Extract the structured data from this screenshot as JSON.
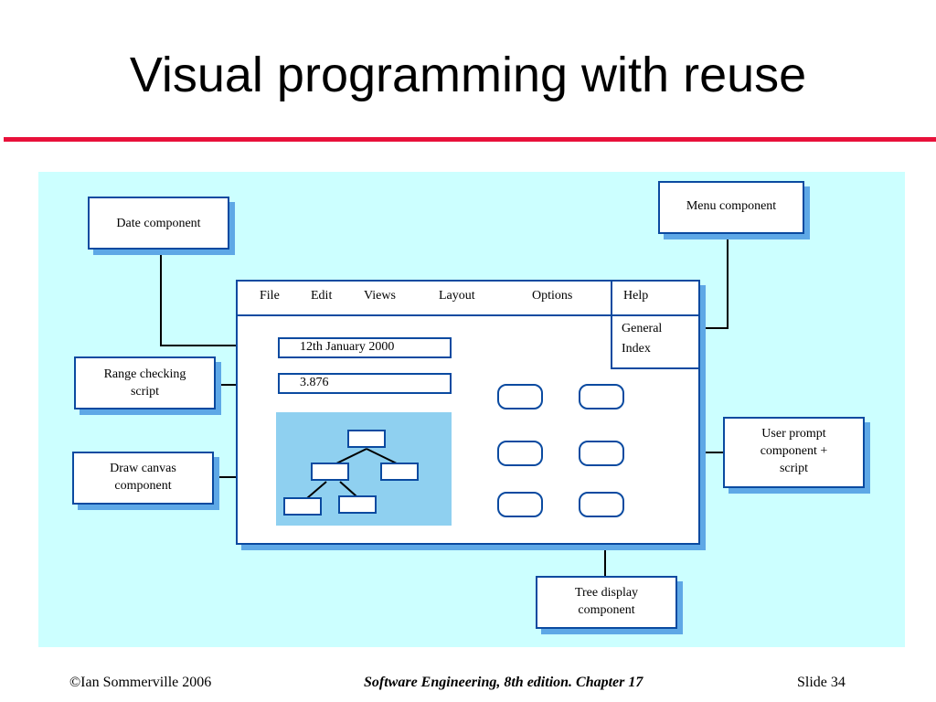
{
  "title": "Visual programming with reuse",
  "diagram": {
    "date_component": "Date component",
    "menu_component": "Menu component",
    "range_checking": [
      "Range checking",
      "script"
    ],
    "draw_canvas": [
      "Draw canvas",
      "component"
    ],
    "user_prompt": [
      "User prompt",
      "component +",
      "script"
    ],
    "tree_display": [
      "Tree display",
      "component"
    ],
    "menubar": [
      "File",
      "Edit",
      "Views",
      "Layout",
      "Options",
      "Help"
    ],
    "help_menu": [
      "General",
      "Index"
    ],
    "date_field": "12th January 2000",
    "number_field": "3.876"
  },
  "footer": {
    "left": "©Ian Sommerville 2006",
    "center": "Software Engineering, 8th edition. Chapter 17",
    "right": "Slide 34"
  }
}
